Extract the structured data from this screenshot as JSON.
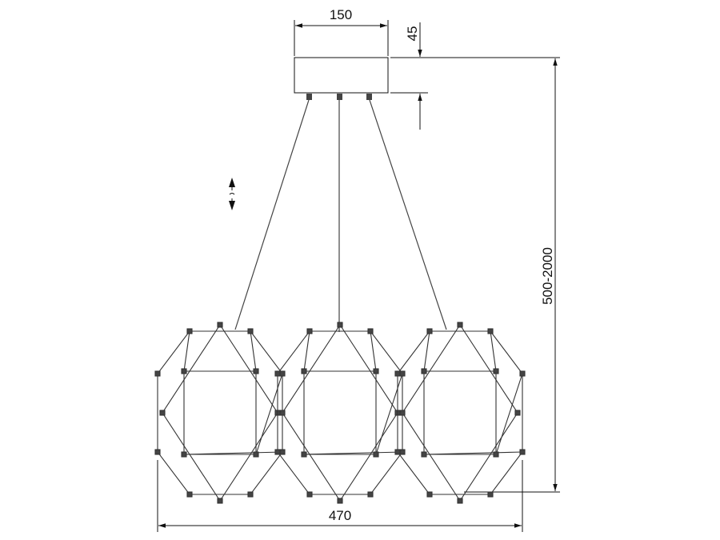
{
  "dimensions": {
    "canopy_width": "150",
    "canopy_height": "45",
    "suspension_height": "500-2000",
    "overall_width": "470"
  },
  "icons": {
    "adjustable_height": "height-adjust-icon"
  },
  "colors": {
    "line": "#111111",
    "background": "#ffffff"
  }
}
